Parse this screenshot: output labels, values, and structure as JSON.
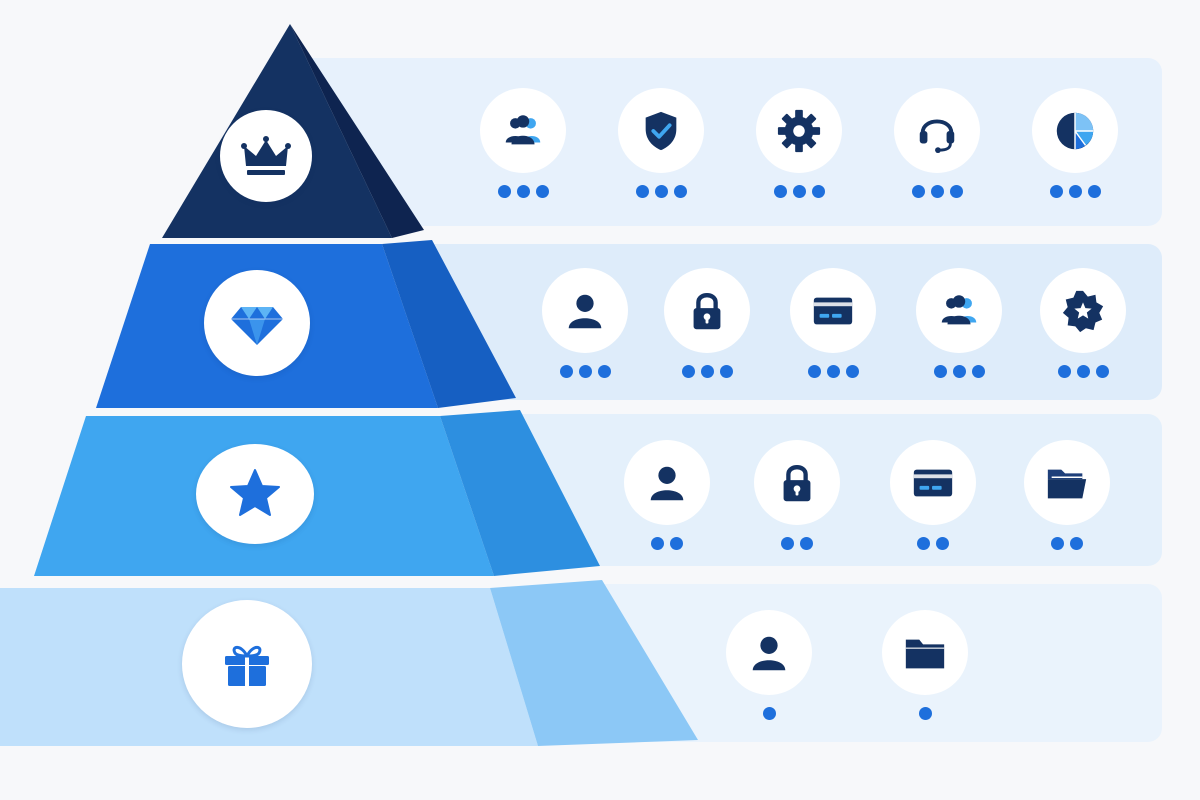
{
  "colors": {
    "navy": "#143262",
    "blue_dark": "#1e6fdc",
    "blue_mid": "#3fa6f0",
    "blue_light": "#bfe0fb",
    "dot": "#1e6fdc"
  },
  "tiers": [
    {
      "icon": "crown-icon",
      "features": [
        {
          "icon": "team-icon",
          "dots": 3
        },
        {
          "icon": "shield-check-icon",
          "dots": 3
        },
        {
          "icon": "gear-icon",
          "dots": 3
        },
        {
          "icon": "headset-icon",
          "dots": 3
        },
        {
          "icon": "pie-chart-icon",
          "dots": 3
        }
      ]
    },
    {
      "icon": "diamond-icon",
      "features": [
        {
          "icon": "user-icon",
          "dots": 3
        },
        {
          "icon": "lock-icon",
          "dots": 3
        },
        {
          "icon": "credit-card-icon",
          "dots": 3
        },
        {
          "icon": "team-icon",
          "dots": 3
        },
        {
          "icon": "star-badge-icon",
          "dots": 3
        }
      ]
    },
    {
      "icon": "star-icon",
      "features": [
        {
          "icon": "user-icon",
          "dots": 2
        },
        {
          "icon": "lock-icon",
          "dots": 2
        },
        {
          "icon": "credit-card-icon",
          "dots": 2
        },
        {
          "icon": "folder-open-icon",
          "dots": 2
        }
      ]
    },
    {
      "icon": "gift-icon",
      "features": [
        {
          "icon": "user-icon",
          "dots": 1
        },
        {
          "icon": "folder-icon",
          "dots": 1
        }
      ]
    }
  ]
}
